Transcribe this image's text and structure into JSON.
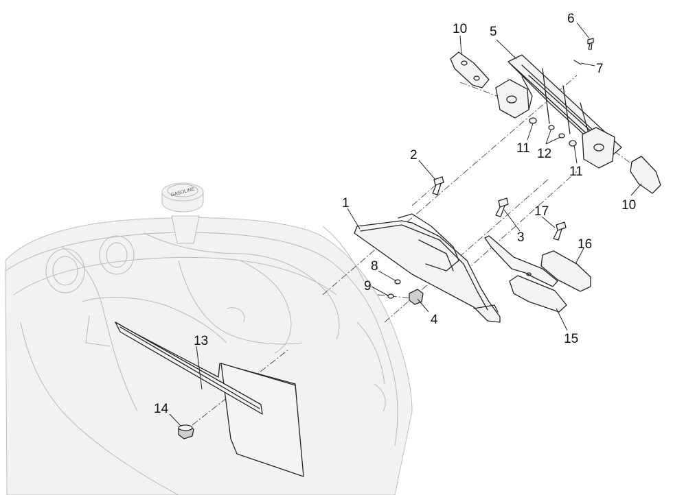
{
  "labels": {
    "l1": "1",
    "l2": "2",
    "l3": "3",
    "l4": "4",
    "l5": "5",
    "l6": "6",
    "l7": "7",
    "l8": "8",
    "l9": "9",
    "l10a": "10",
    "l10b": "10",
    "l11a": "11",
    "l11b": "11",
    "l12": "12",
    "l13": "13",
    "l14": "14",
    "l15": "15",
    "l16": "16",
    "l17": "17"
  },
  "fuel_cap_text": "GASOLINE"
}
